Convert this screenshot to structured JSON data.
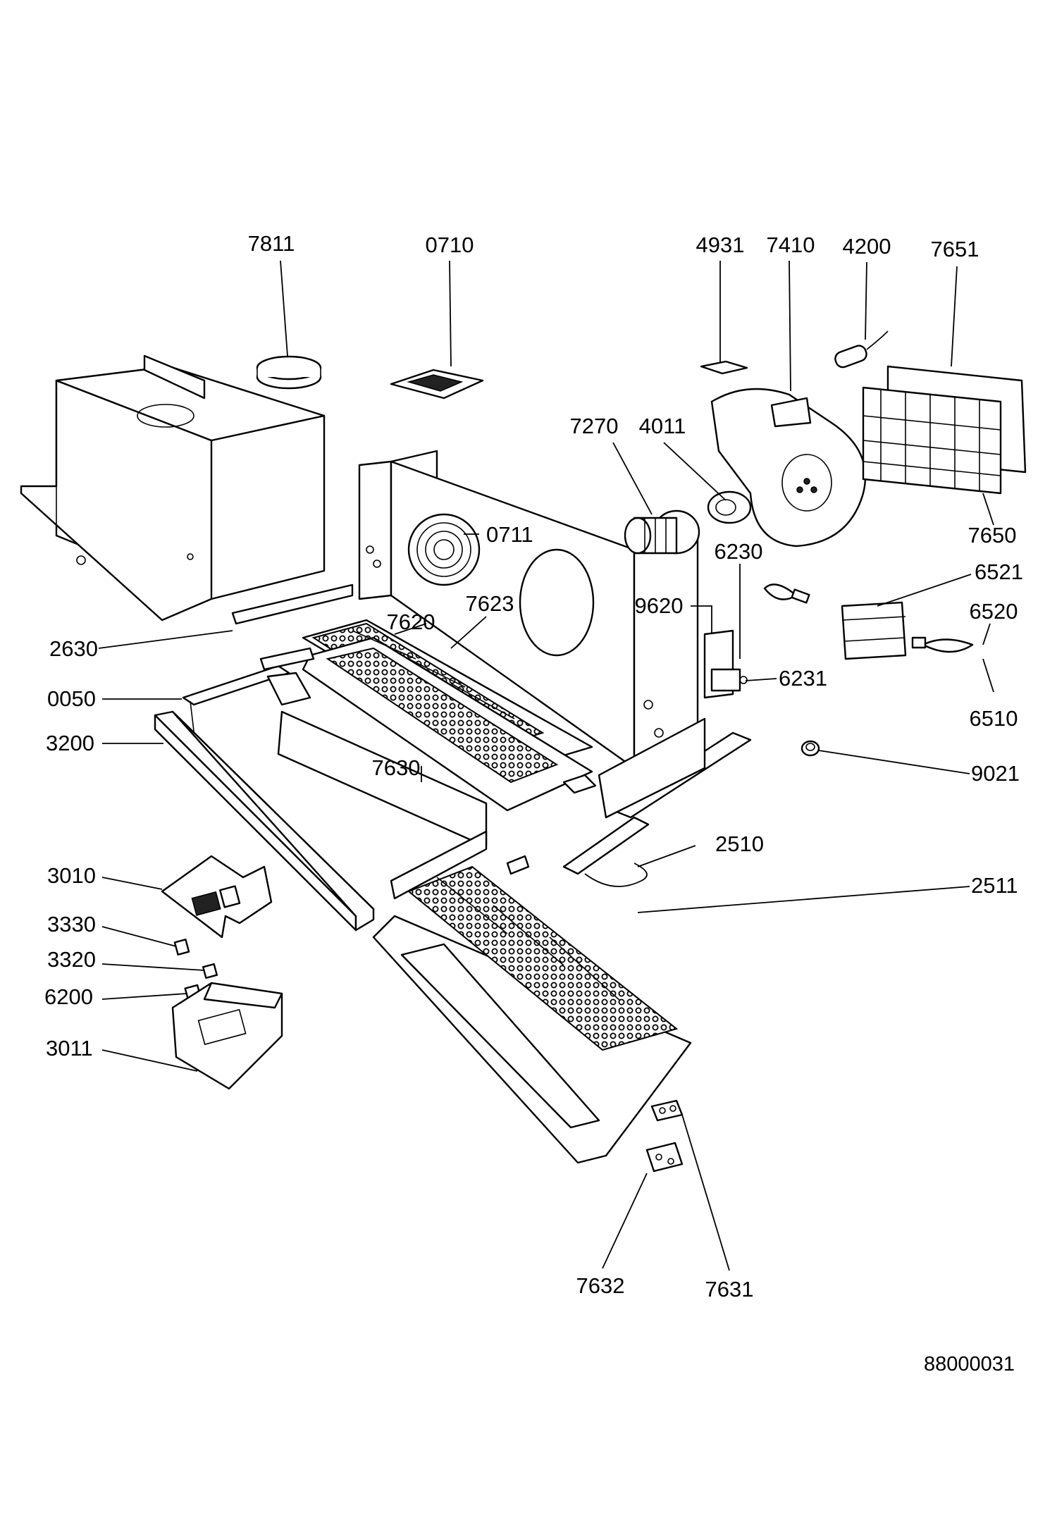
{
  "diagram": {
    "figure_code": "88000031",
    "callouts": {
      "c7811": "7811",
      "c0710": "0710",
      "c4931": "4931",
      "c7410": "7410",
      "c4200": "4200",
      "c7651": "7651",
      "c7270": "7270",
      "c4011": "4011",
      "c0711": "0711",
      "c7650": "7650",
      "c6230": "6230",
      "c6521": "6521",
      "c7623": "7623",
      "c7620": "7620",
      "c9620": "9620",
      "c6520": "6520",
      "c2630": "2630",
      "c6231": "6231",
      "c0050": "0050",
      "c6510": "6510",
      "c3200": "3200",
      "c7630": "7630",
      "c9021": "9021",
      "c2510": "2510",
      "c3010": "3010",
      "c2511": "2511",
      "c3330": "3330",
      "c3320": "3320",
      "c6200": "6200",
      "c3011": "3011",
      "c7632": "7632",
      "c7631": "7631"
    }
  }
}
